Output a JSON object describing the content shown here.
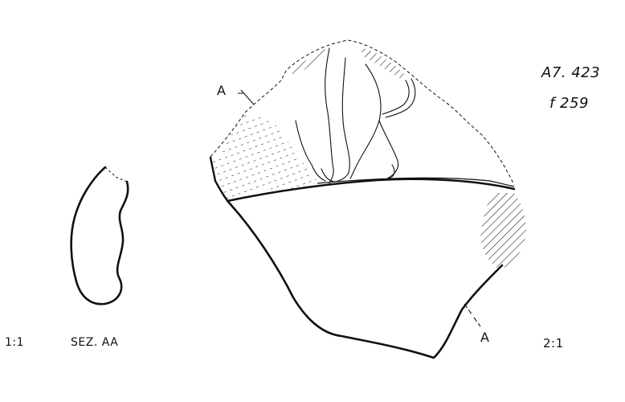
{
  "annotations": {
    "inventory_number": "A7. 423",
    "folio_number": "f 259",
    "section_mark_top": "A",
    "section_mark_bottom": "A",
    "scale_section": "1:1",
    "section_label": "SEZ. AA",
    "scale_fragment": "2:1"
  },
  "colors": {
    "ink": "#111111",
    "paper": "#ffffff"
  }
}
